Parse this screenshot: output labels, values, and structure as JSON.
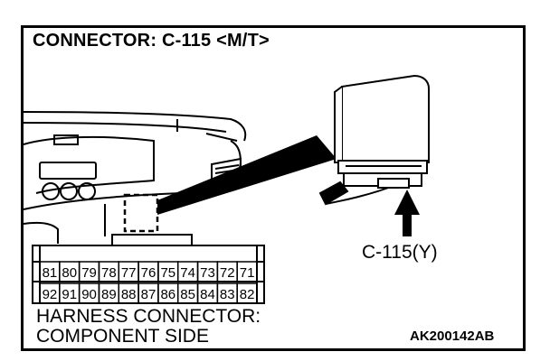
{
  "title": "CONNECTOR: C-115 <M/T>",
  "connector_callout": "C-115(Y)",
  "harness_caption": {
    "line1": "HARNESS CONNECTOR:",
    "line2": "COMPONENT SIDE"
  },
  "figure_code": "AK200142AB",
  "pins": {
    "top_row": [
      "81",
      "80",
      "79",
      "78",
      "77",
      "76",
      "75",
      "74",
      "73",
      "72",
      "71"
    ],
    "bottom_row": [
      "92",
      "91",
      "90",
      "89",
      "88",
      "87",
      "86",
      "85",
      "84",
      "83",
      "82"
    ]
  }
}
